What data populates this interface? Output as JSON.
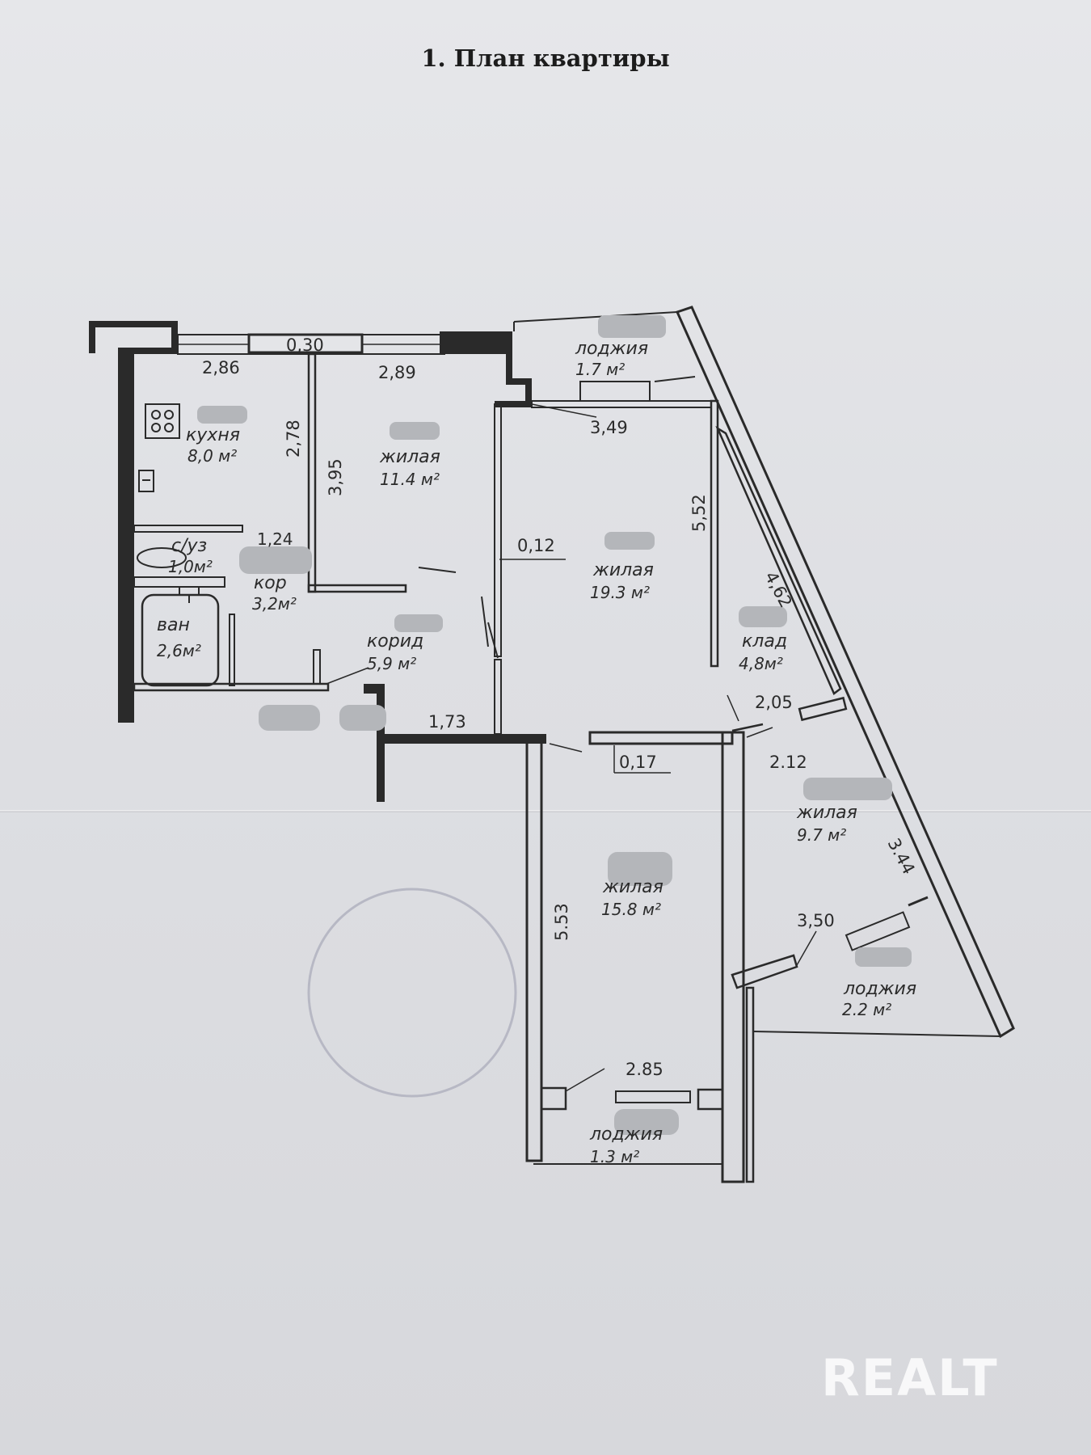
{
  "title": "1. План квартиры",
  "rooms": {
    "kitchen": {
      "name": "кухня",
      "area": "8,0 м²"
    },
    "living_1": {
      "name": "жилая",
      "area": "11.4 м²"
    },
    "living_2": {
      "name": "жилая",
      "area": "19.3 м²"
    },
    "living_3": {
      "name": "жилая",
      "area": "15.8 м²"
    },
    "living_4": {
      "name": "жилая",
      "area": "9.7 м²"
    },
    "toilet": {
      "name": "с/уз",
      "area": "1,0м²"
    },
    "hall": {
      "name": "кор",
      "area": "3,2м²"
    },
    "bath": {
      "name": "ван",
      "area": "2,6м²"
    },
    "corridor": {
      "name": "корид",
      "area": "5,9 м²"
    },
    "storage": {
      "name": "клад",
      "area": "4,8м²"
    },
    "loggia_1": {
      "name": "лоджия",
      "area": "1.7 м²"
    },
    "loggia_2": {
      "name": "лоджия",
      "area": "2.2 м²"
    },
    "loggia_3": {
      "name": "лоджия",
      "area": "1.3 м²"
    }
  },
  "dimensions": {
    "d_030": "0,30",
    "d_286": "2,86",
    "d_289": "2,89",
    "d_278": "2,78",
    "d_395": "3,95",
    "d_124": "1,24",
    "d_349": "3,49",
    "d_552": "5,52",
    "d_012": "0,12",
    "d_462": "4,62",
    "d_205": "2,05",
    "d_173": "1,73",
    "d_017": "0,17",
    "d_212": "2.12",
    "d_344": "3.44",
    "d_553": "5.53",
    "d_350": "3,50",
    "d_285": "2.85"
  },
  "watermark": "REALT"
}
